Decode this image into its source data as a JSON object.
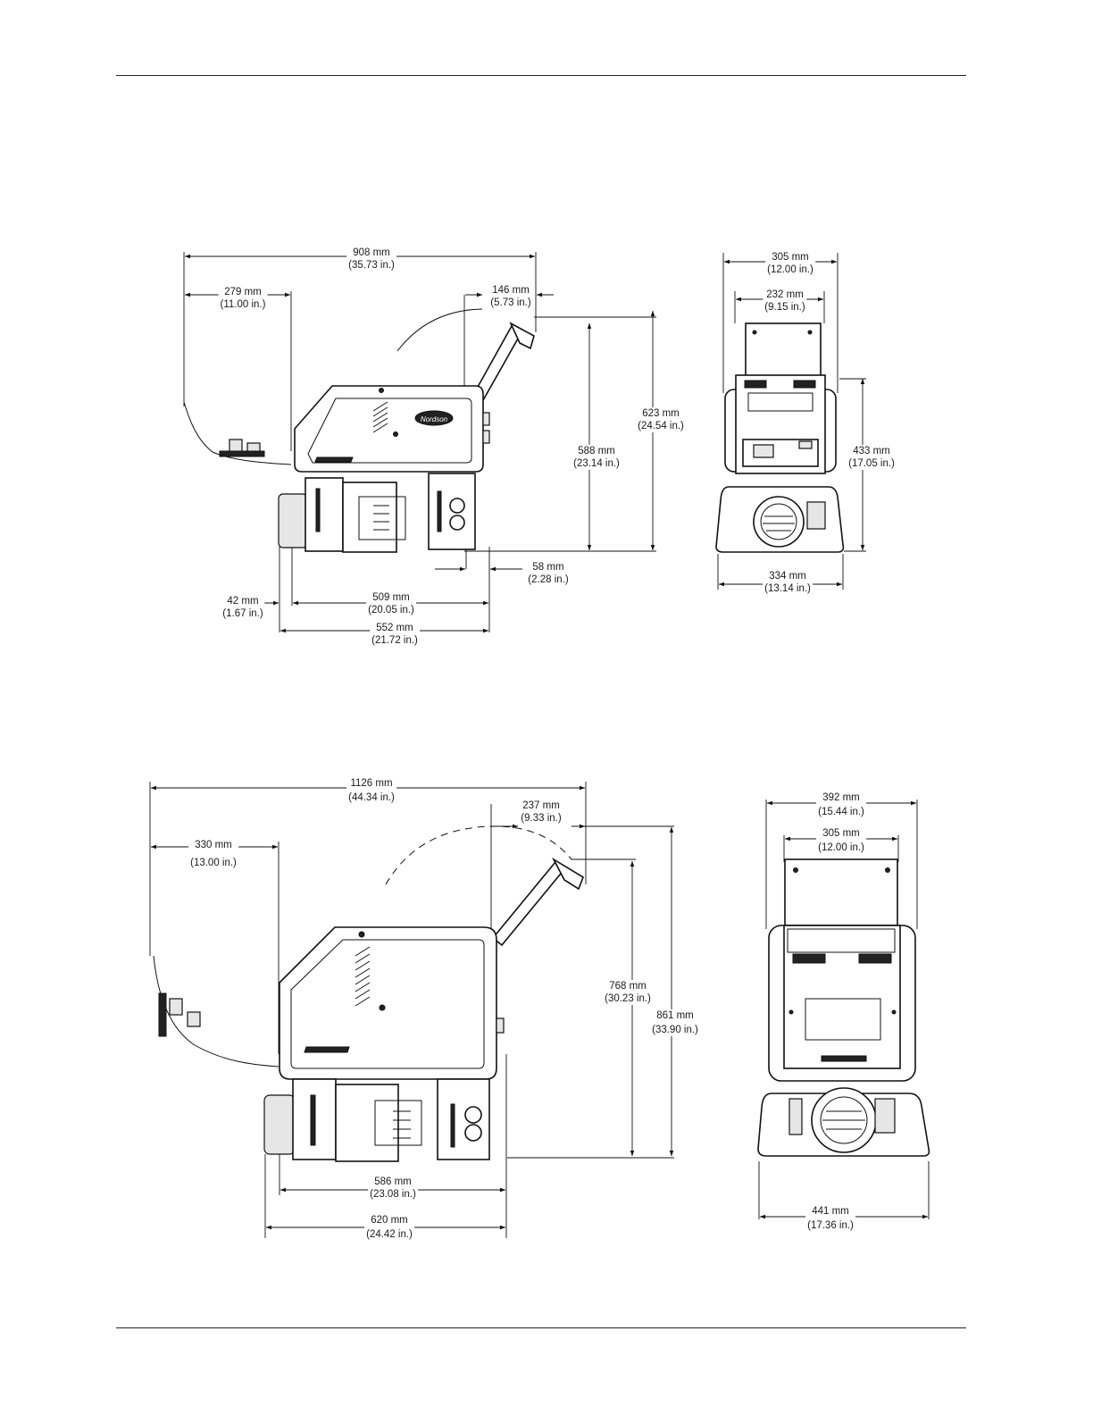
{
  "top_unit": {
    "side": {
      "overall_width": {
        "mm": "908 mm",
        "in": "(35.73 in.)"
      },
      "rear_extension": {
        "mm": "279 mm",
        "in": "(11.00 in.)"
      },
      "lid_offset": {
        "mm": "146 mm",
        "in": "(5.73 in.)"
      },
      "height_lid_open": {
        "mm": "623 mm",
        "in": "(24.54 in.)"
      },
      "height_to_lid": {
        "mm": "588 mm",
        "in": "(23.14 in.)"
      },
      "front_offset": {
        "mm": "58 mm",
        "in": "(2.28 in.)"
      },
      "motor_offset": {
        "mm": "42 mm",
        "in": "(1.67 in.)"
      },
      "base_depth": {
        "mm": "509 mm",
        "in": "(20.05 in.)"
      },
      "overall_depth": {
        "mm": "552 mm",
        "in": "(21.72 in.)"
      },
      "brand_logo": "Nordson"
    },
    "front": {
      "overall_width": {
        "mm": "305 mm",
        "in": "(12.00 in.)"
      },
      "hopper_width": {
        "mm": "232 mm",
        "in": "(9.15 in.)"
      },
      "body_height": {
        "mm": "433 mm",
        "in": "(17.05 in.)"
      },
      "base_width": {
        "mm": "334 mm",
        "in": "(13.14 in.)"
      }
    }
  },
  "bottom_unit": {
    "side": {
      "overall_width": {
        "mm": "1126 mm",
        "in": "(44.34 in.)"
      },
      "lid_offset": {
        "mm": "237 mm",
        "in": "(9.33 in.)"
      },
      "rear_extension": {
        "mm": "330 mm",
        "in": "(13.00 in.)"
      },
      "height_to_lid": {
        "mm": "768 mm",
        "in": "(30.23 in.)"
      },
      "height_lid_open": {
        "mm": "861 mm",
        "in": "(33.90 in.)"
      },
      "base_depth": {
        "mm": "586 mm",
        "in": "(23.08 in.)"
      },
      "overall_depth": {
        "mm": "620 mm",
        "in": "(24.42 in.)"
      }
    },
    "front": {
      "overall_width": {
        "mm": "392 mm",
        "in": "(15.44 in.)"
      },
      "hopper_width": {
        "mm": "305 mm",
        "in": "(12.00 in.)"
      },
      "base_width": {
        "mm": "441 mm",
        "in": "(17.36 in.)"
      }
    }
  }
}
